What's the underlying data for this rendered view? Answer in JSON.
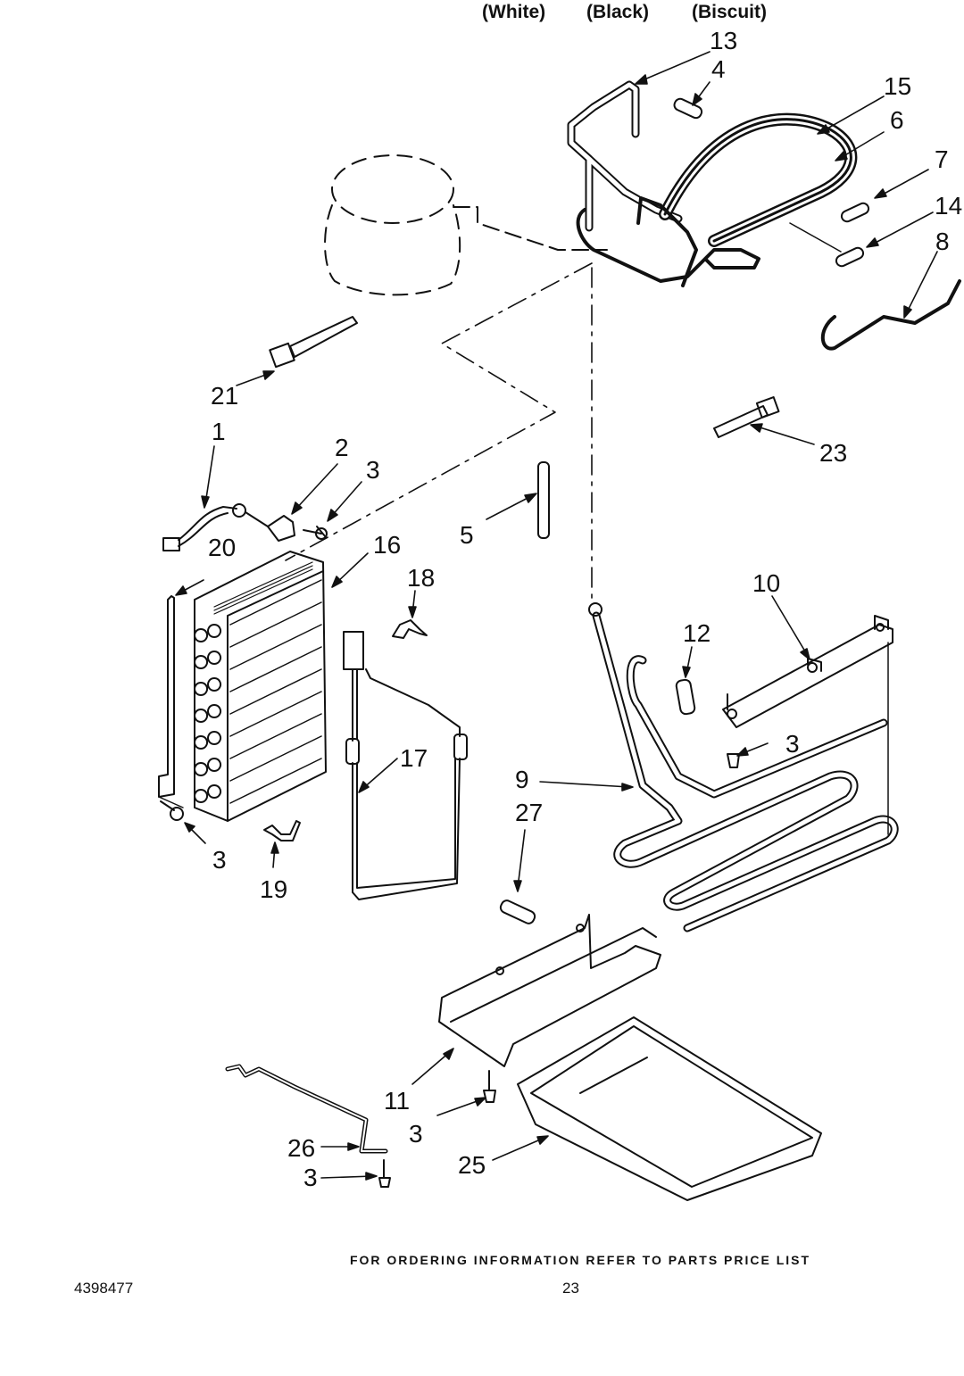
{
  "header": {
    "color_variants": [
      "(White)",
      "(Black)",
      "(Biscuit)"
    ]
  },
  "callouts": [
    "13",
    "4",
    "15",
    "6",
    "7",
    "14",
    "8",
    "21",
    "23",
    "1",
    "2",
    "3",
    "20",
    "16",
    "5",
    "18",
    "10",
    "12",
    "3",
    "17",
    "9",
    "27",
    "3",
    "19",
    "11",
    "3",
    "26",
    "3",
    "25"
  ],
  "footer": {
    "ordering_note": "FOR ORDERING INFORMATION REFER TO PARTS PRICE LIST",
    "document_number": "4398477",
    "page_number": "23"
  }
}
